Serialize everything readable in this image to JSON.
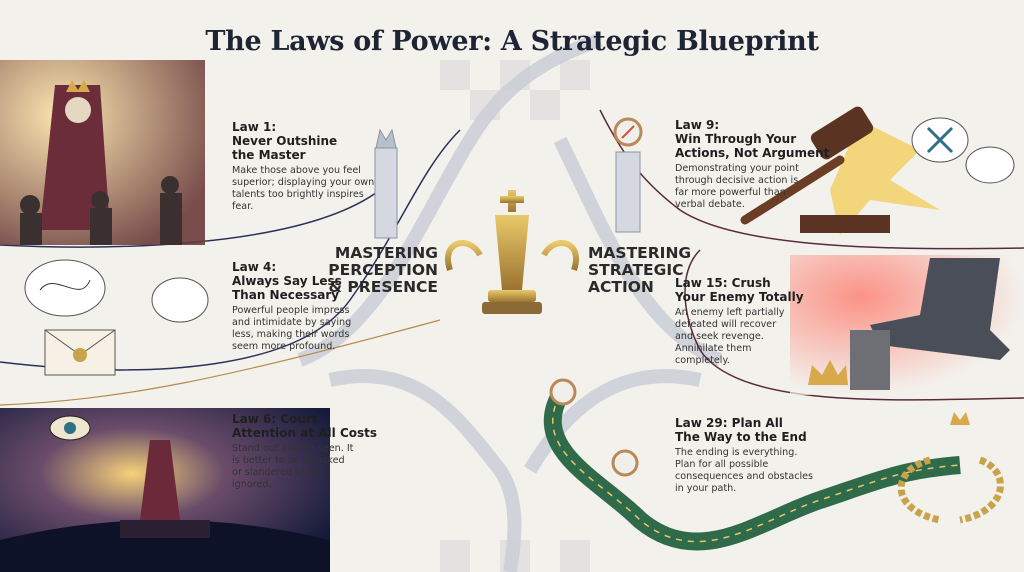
{
  "title": "The Laws of Power: A Strategic Blueprint",
  "sections": {
    "left": [
      "MASTERING",
      "PERCEPTION",
      "& PRESENCE"
    ],
    "right": [
      "MASTERING",
      "STRATEGIC",
      "ACTION"
    ]
  },
  "laws": [
    {
      "heading": [
        "Law 1:",
        "Never Outshine",
        "the Master"
      ],
      "body": "Make those above you feel superior; displaying your own talents too brightly inspires fear."
    },
    {
      "heading": [
        "Law 4:",
        "Always Say Less",
        "Than Necessary"
      ],
      "body": "Powerful people impress and intimidate by saying less, making their words seem more profound."
    },
    {
      "heading": [
        "Law 6: Court",
        "Attention at All Costs"
      ],
      "body": "Stand out and be seen. It is better to be attacked or slandered than ignored."
    },
    {
      "heading": [
        "Law 9:",
        "Win Through Your",
        "Actions, Not Argument"
      ],
      "body": "Demonstrating your point through decisive action is far more powerful than verbal debate."
    },
    {
      "heading": [
        "Law 15: Crush",
        "Your Enemy Totally"
      ],
      "body": "An enemy left partially defeated will recover and seek revenge. Annihilate them completely."
    },
    {
      "heading": [
        "Law 29: Plan All",
        "The Way to the End"
      ],
      "body": "The ending is everything. Plan for all possible consequences and obstacles in your path."
    }
  ],
  "colors": {
    "gold": "#c9a24a",
    "navy": "#1f2a55",
    "green": "#2f6b4a",
    "red": "#d94b3a"
  }
}
